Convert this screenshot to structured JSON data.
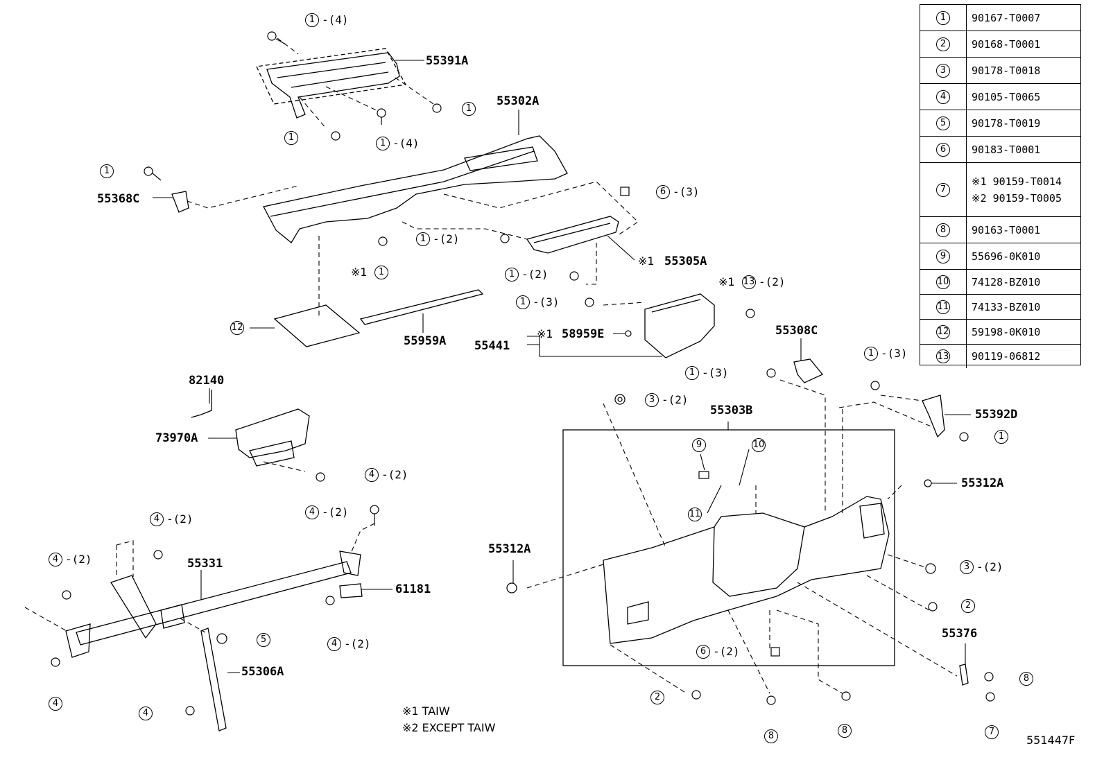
{
  "legend": [
    {
      "num": "1",
      "parts": [
        "90167-T0007"
      ]
    },
    {
      "num": "2",
      "parts": [
        "90168-T0001"
      ]
    },
    {
      "num": "3",
      "parts": [
        "90178-T0018"
      ]
    },
    {
      "num": "4",
      "parts": [
        "90105-T0065"
      ]
    },
    {
      "num": "5",
      "parts": [
        "90178-T0019"
      ]
    },
    {
      "num": "6",
      "parts": [
        "90183-T0001"
      ]
    },
    {
      "num": "7",
      "parts": [
        "※1 90159-T0014",
        "※2 90159-T0005"
      ]
    },
    {
      "num": "8",
      "parts": [
        "90163-T0001"
      ]
    },
    {
      "num": "9",
      "parts": [
        "55696-0K010"
      ]
    },
    {
      "num": "10",
      "parts": [
        "74128-BZ010"
      ]
    },
    {
      "num": "11",
      "parts": [
        "74133-BZ010"
      ]
    },
    {
      "num": "12",
      "parts": [
        "59198-0K010"
      ]
    },
    {
      "num": "13",
      "parts": [
        "90119-06812"
      ]
    }
  ],
  "labels": {
    "p55391A": "55391A",
    "p55302A": "55302A",
    "p55368C": "55368C",
    "p55305A": "55305A",
    "p55959A": "55959A",
    "p55441": "55441",
    "p58959E": "58959E",
    "p55308C": "55308C",
    "p55392D": "55392D",
    "p82140": "82140",
    "p73970A": "73970A",
    "p55303B": "55303B",
    "p55312A_right": "55312A",
    "p55312A_left": "55312A",
    "p55331": "55331",
    "p61181": "61181",
    "p55306A": "55306A",
    "p55376": "55376"
  },
  "refs": {
    "r1_4_top": {
      "num": "1",
      "qty": "-(4)"
    },
    "r1_right_top": {
      "num": "1",
      "qty": ""
    },
    "r1_4_mid": {
      "num": "1",
      "qty": "-(4)"
    },
    "r1_left_mid": {
      "num": "1",
      "qty": ""
    },
    "r1_55368": {
      "num": "1",
      "qty": ""
    },
    "r6_3": {
      "num": "6",
      "qty": "-(3)"
    },
    "r1_2_a": {
      "num": "1",
      "qty": "-(2)"
    },
    "r1_x1": {
      "num": "1",
      "qty": ""
    },
    "r1_2_b": {
      "num": "1",
      "qty": "-(2)"
    },
    "r1_3_a": {
      "num": "1",
      "qty": "-(3)"
    },
    "r13_2": {
      "num": "13",
      "qty": "-(2)"
    },
    "r12": {
      "num": "12",
      "qty": ""
    },
    "r1_3_b": {
      "num": "1",
      "qty": "-(3)"
    },
    "r1_3_c": {
      "num": "1",
      "qty": "-(3)"
    },
    "r3_2_a": {
      "num": "3",
      "qty": "-(2)"
    },
    "r1_55392": {
      "num": "1",
      "qty": ""
    },
    "r9": {
      "num": "9",
      "qty": ""
    },
    "r10": {
      "num": "10",
      "qty": ""
    },
    "r11": {
      "num": "11",
      "qty": ""
    },
    "r4_2_airbag": {
      "num": "4",
      "qty": "-(2)"
    },
    "r4_2_top": {
      "num": "4",
      "qty": "-(2)"
    },
    "r4_2_left1": {
      "num": "4",
      "qty": "-(2)"
    },
    "r4_2_left2": {
      "num": "4",
      "qty": "-(2)"
    },
    "r4_2_61181": {
      "num": "4",
      "qty": "-(2)"
    },
    "r5": {
      "num": "5",
      "qty": ""
    },
    "r4_bottom": {
      "num": "4",
      "qty": ""
    },
    "r4_bracket": {
      "num": "4",
      "qty": ""
    },
    "r3_2_b": {
      "num": "3",
      "qty": "-(2)"
    },
    "r2_right": {
      "num": "2",
      "qty": ""
    },
    "r6_2": {
      "num": "6",
      "qty": "-(2)"
    },
    "r2_bottom": {
      "num": "2",
      "qty": ""
    },
    "r8_a": {
      "num": "8",
      "qty": ""
    },
    "r8_b": {
      "num": "8",
      "qty": ""
    },
    "r8_c": {
      "num": "8",
      "qty": ""
    },
    "r7": {
      "num": "7",
      "qty": ""
    }
  },
  "marks": {
    "x1_55305A": "※1",
    "x1_ref1": "※1",
    "x1_ref13": "※1",
    "x1_58959E": "※1"
  },
  "notes": {
    "note1": "※1 TAIW",
    "note2": "※2 EXCEPT TAIW"
  },
  "diagram_code": "551447F"
}
